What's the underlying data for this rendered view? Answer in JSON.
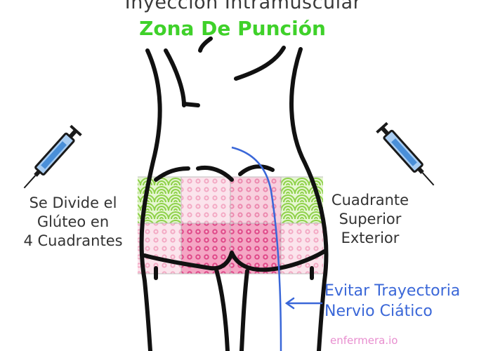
{
  "title": "Inyección Intramuscular",
  "subtitle": "Zona De Punción",
  "left_label": [
    "Se Divide el",
    "Glúteo en",
    "4 Cuadrantes"
  ],
  "right_label": [
    "Cuadrante",
    "Superior",
    "Exterior"
  ],
  "warning": [
    "Evitar Trayectoria",
    "Nervio Ciático"
  ],
  "watermark": "enfermera.io",
  "colors": {
    "title": "#3a3a3a",
    "subtitle": "#3fd12a",
    "safe_zone": "#8fd14a",
    "quadrant_light": "#f6c8d8",
    "quadrant_dark": "#e8649a",
    "nerve": "#3a67d8",
    "syringe": "#4a8fd8",
    "watermark": "#e88ecf"
  },
  "icons": [
    "syringe-icon",
    "arrow-left-icon"
  ]
}
